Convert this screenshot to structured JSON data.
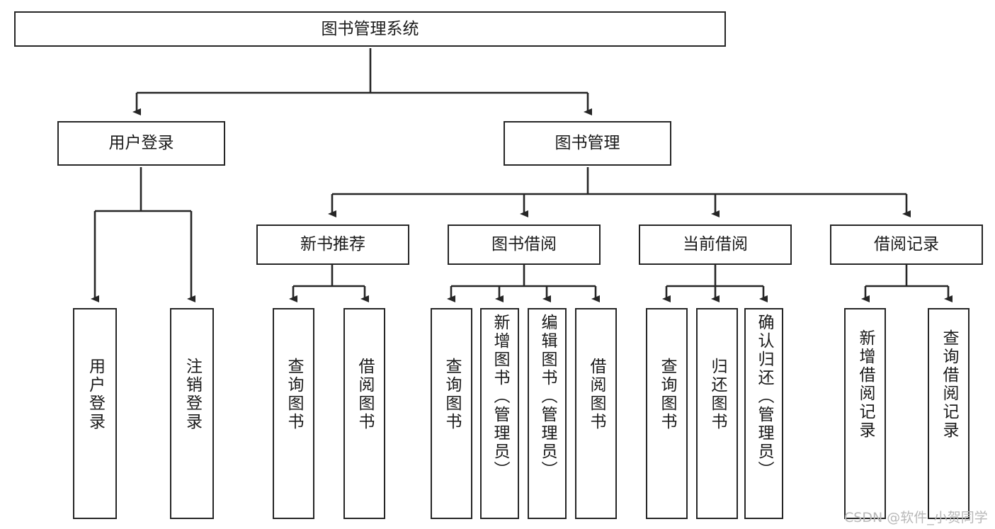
{
  "diagram": {
    "type": "tree-hierarchy-diagram",
    "root": {
      "id": "root",
      "label": "图书管理系统"
    },
    "level2": [
      {
        "id": "user-login",
        "label": "用户登录"
      },
      {
        "id": "book-mgmt",
        "label": "图书管理"
      }
    ],
    "level3": [
      {
        "id": "new-book-rec",
        "label": "新书推荐",
        "parent": "book-mgmt"
      },
      {
        "id": "book-borrow",
        "label": "图书借阅",
        "parent": "book-mgmt"
      },
      {
        "id": "current-borrow",
        "label": "当前借阅",
        "parent": "book-mgmt"
      },
      {
        "id": "borrow-record",
        "label": "借阅记录",
        "parent": "book-mgmt"
      }
    ],
    "leaves": [
      {
        "id": "leaf-user-login",
        "label": "用户登录",
        "parent": "user-login"
      },
      {
        "id": "leaf-user-logout",
        "label": "注销登录",
        "parent": "user-login"
      },
      {
        "id": "leaf-query-book-1",
        "label": "查询图书",
        "parent": "new-book-rec"
      },
      {
        "id": "leaf-borrow-book-1",
        "label": "借阅图书",
        "parent": "new-book-rec"
      },
      {
        "id": "leaf-query-book-2",
        "label": "查询图书",
        "parent": "book-borrow"
      },
      {
        "id": "leaf-add-book",
        "label": "新增图书（管理员）",
        "parent": "book-borrow"
      },
      {
        "id": "leaf-edit-book",
        "label": "编辑图书（管理员）",
        "parent": "book-borrow"
      },
      {
        "id": "leaf-borrow-book-2",
        "label": "借阅图书",
        "parent": "book-borrow"
      },
      {
        "id": "leaf-query-book-3",
        "label": "查询图书",
        "parent": "current-borrow"
      },
      {
        "id": "leaf-return-book",
        "label": "归还图书",
        "parent": "current-borrow"
      },
      {
        "id": "leaf-confirm-return",
        "label": "确认归还（管理员）",
        "parent": "current-borrow"
      },
      {
        "id": "leaf-add-record",
        "label": "新增借阅记录",
        "parent": "borrow-record"
      },
      {
        "id": "leaf-query-record",
        "label": "查询借阅记录",
        "parent": "borrow-record"
      }
    ]
  },
  "watermark": {
    "text": "CSDN @软件_小贺同学"
  },
  "colors": {
    "box_border": "#262626",
    "box_fill": "#ffffff",
    "connector": "#262626",
    "text": "#1a1a1a",
    "watermark": "#b8b8b8",
    "background": "#ffffff"
  }
}
